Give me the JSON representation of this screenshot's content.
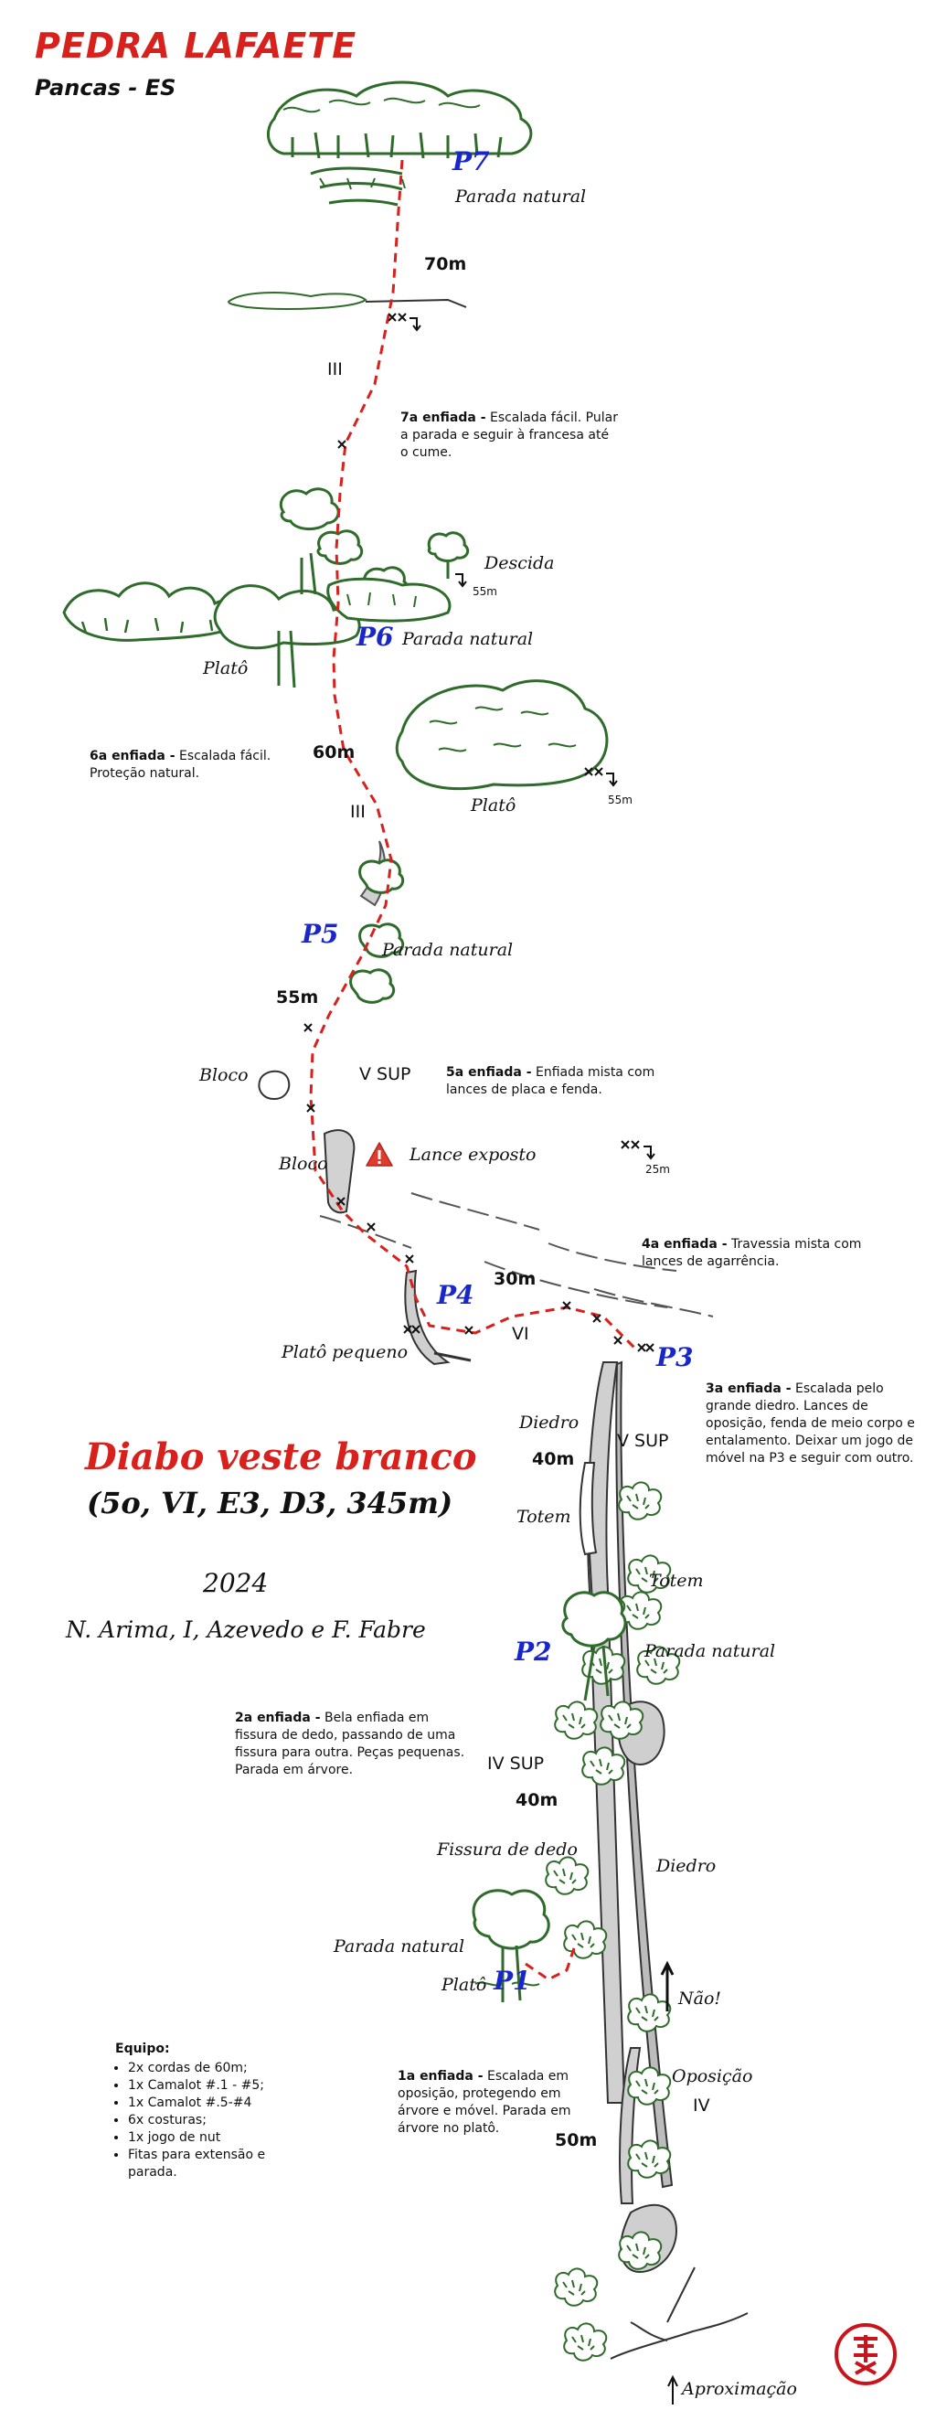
{
  "header": {
    "title": "PEDRA LAFAETE",
    "subtitle": "Pancas - ES"
  },
  "route": {
    "name": "Diabo veste branco",
    "grade": "(5o, VI, E3, D3, 345m)",
    "year": "2024",
    "authors": "N. Arima, I, Azevedo e F. Fabre"
  },
  "belays": {
    "p1": "P1",
    "p2": "P2",
    "p3": "P3",
    "p4": "P4",
    "p5": "P5",
    "p6": "P6",
    "p7": "P7"
  },
  "labels": {
    "parada_natural": "Parada natural",
    "descida": "Descida",
    "plato": "Platô",
    "plato_pequeno": "Platô pequeno",
    "bloco": "Bloco",
    "lance_exposto": "Lance exposto",
    "diedro": "Diedro",
    "totem": "Totem",
    "fissura_de_dedo": "Fissura de dedo",
    "nao": "Não!",
    "oposicao": "Oposição",
    "aproximacao": "Aproximação"
  },
  "lengths": {
    "p7": "70m",
    "p6": "60m",
    "p5": "55m",
    "p4": "30m",
    "p3": "40m",
    "p2": "40m",
    "p1": "50m"
  },
  "grades": {
    "p7": "III",
    "p6": "III",
    "p5": "V SUP",
    "p4": "VI",
    "p3": "V SUP",
    "p2": "IV SUP",
    "p1": "IV"
  },
  "rappels": {
    "r1": "55m",
    "r2": "55m",
    "r3": "25m"
  },
  "pitches": {
    "p7": {
      "head": "7a enfiada -",
      "body": "Escalada fácil. Pular a parada e seguir à francesa até o cume."
    },
    "p6": {
      "head": "6a enfiada -",
      "body": "Escalada fácil. Proteção natural."
    },
    "p5": {
      "head": "5a enfiada -",
      "body": "Enfiada mista com lances de placa e fenda."
    },
    "p4": {
      "head": "4a enfiada -",
      "body": "Travessia mista com lances de agarrência."
    },
    "p3": {
      "head": "3a enfiada -",
      "body": "Escalada pelo grande diedro. Lances de oposição, fenda de meio corpo e entalamento. Deixar um jogo de móvel na P3 e seguir com outro."
    },
    "p2": {
      "head": "2a enfiada -",
      "body": "Bela enfiada em fissura de dedo, passando de uma fissura para outra. Peças pequenas. Parada em árvore."
    },
    "p1": {
      "head": "1a enfiada -",
      "body": "Escalada em oposição, protegendo em árvore e móvel. Parada em árvore no platô."
    }
  },
  "gear": {
    "title": "Equipo:",
    "items": [
      "2x cordas de 60m;",
      "1x Camalot #.1 - #5;",
      "1x Camalot #.5-#4",
      "6x costuras;",
      "1x jogo de nut",
      "Fitas para extensão e parada."
    ]
  },
  "colors": {
    "title_red": "#d8201c",
    "route_red": "#d8201c",
    "belay_blue": "#1a27c8",
    "tree_green": "#2f6b2a",
    "rock_grey": "#b9b9b9",
    "warning_red": "#e03b2c"
  }
}
